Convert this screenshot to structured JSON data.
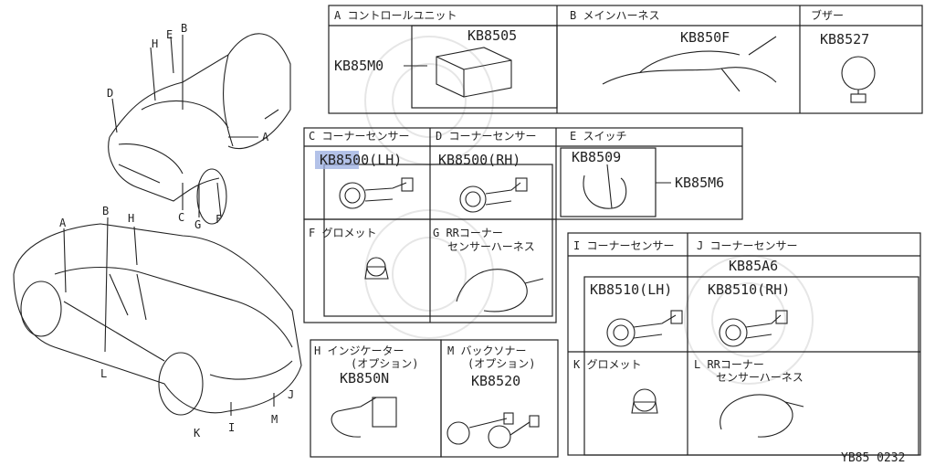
{
  "car_front": {
    "letters": [
      "H",
      "E",
      "B",
      "D",
      "A",
      "C",
      "G",
      "F"
    ]
  },
  "car_rear": {
    "letters": [
      "A",
      "B",
      "H",
      "L",
      "K",
      "I",
      "M",
      "J"
    ]
  },
  "panels": {
    "A": {
      "header": "A コントロールユニット",
      "code": "KB8505",
      "assy_code": "KB85M0"
    },
    "B": {
      "header": "B メインハーネス",
      "code": "KB850F"
    },
    "buzzer": {
      "header": "ブザー",
      "code": "KB8527"
    },
    "C": {
      "header": "C コーナーセンサー",
      "code": "KB8500(LH)"
    },
    "D": {
      "header": "D コーナーセンサー",
      "code": "KB8500(RH)"
    },
    "E": {
      "header": "E スイッチ",
      "code": "KB8509",
      "assy_code": "KB85M6"
    },
    "F": {
      "header": "F グロメット"
    },
    "G": {
      "header_line1": "G RRコーナー",
      "header_line2": "センサーハーネス"
    },
    "I": {
      "header": "I コーナーセンサー",
      "code": "KB8510(LH)"
    },
    "J": {
      "header": "J コーナーセンサー",
      "assy_code": "KB85A6",
      "code": "KB8510(RH)"
    },
    "K": {
      "header": "K グロメット"
    },
    "L": {
      "header_line1": "L RRコーナー",
      "header_line2": "センサーハーネス"
    },
    "H": {
      "header_line1": "H インジケーター",
      "header_line2": "(オプション)",
      "code": "KB850N"
    },
    "M": {
      "header_line1": "M バックソナー",
      "header_line2": "(オプション)",
      "code": "KB8520"
    }
  },
  "footer_code": "YB85 0232",
  "colors": {
    "line": "#222222",
    "highlight": "#99aee0",
    "watermark": "#e6e6e6"
  }
}
